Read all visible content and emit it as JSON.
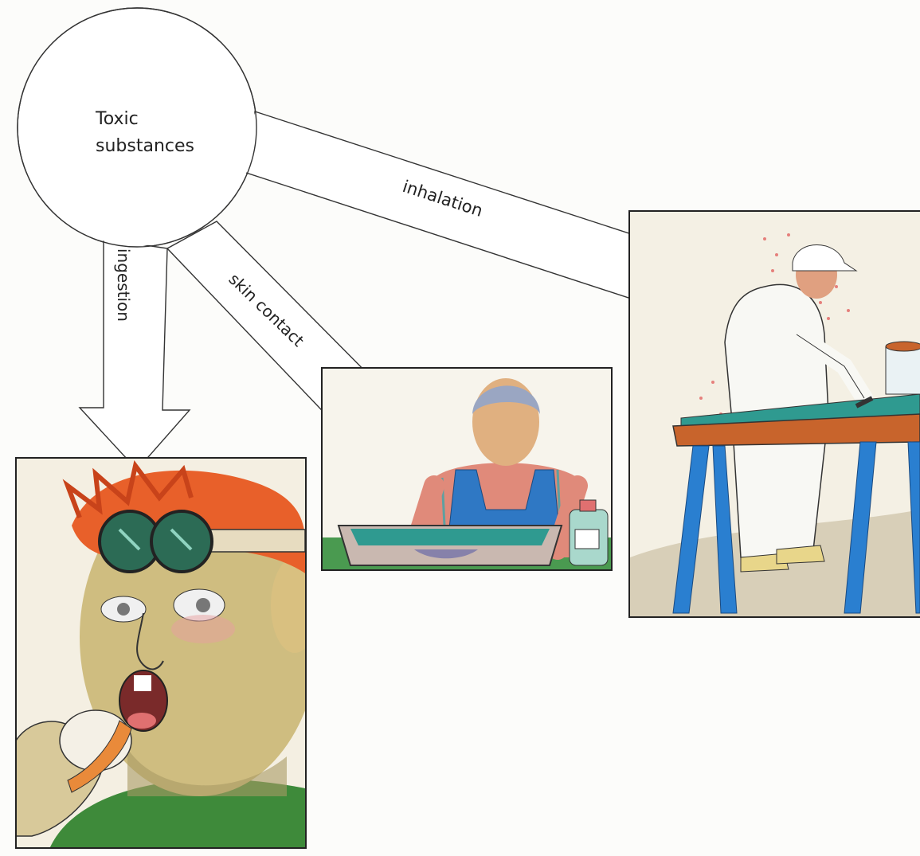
{
  "source": {
    "title_line1": "Toxic",
    "title_line2": "substances"
  },
  "routes": {
    "ingestion": "ingestion",
    "skin_contact": "skin contact",
    "inhalation": "inhalation"
  },
  "panels": [
    {
      "icon": "man-eating-icon"
    },
    {
      "icon": "man-washing-icon"
    },
    {
      "icon": "man-painting-icon"
    }
  ],
  "colors": {
    "hair": "#e8602a",
    "skin": "#dcc98a",
    "shirt_green": "#3e8a3a",
    "overalls": "#2f78c4",
    "table_top": "#c8642c",
    "table_legs": "#2a7fd0",
    "tabletop_green": "#2f9a90",
    "spray": "#e05050"
  }
}
